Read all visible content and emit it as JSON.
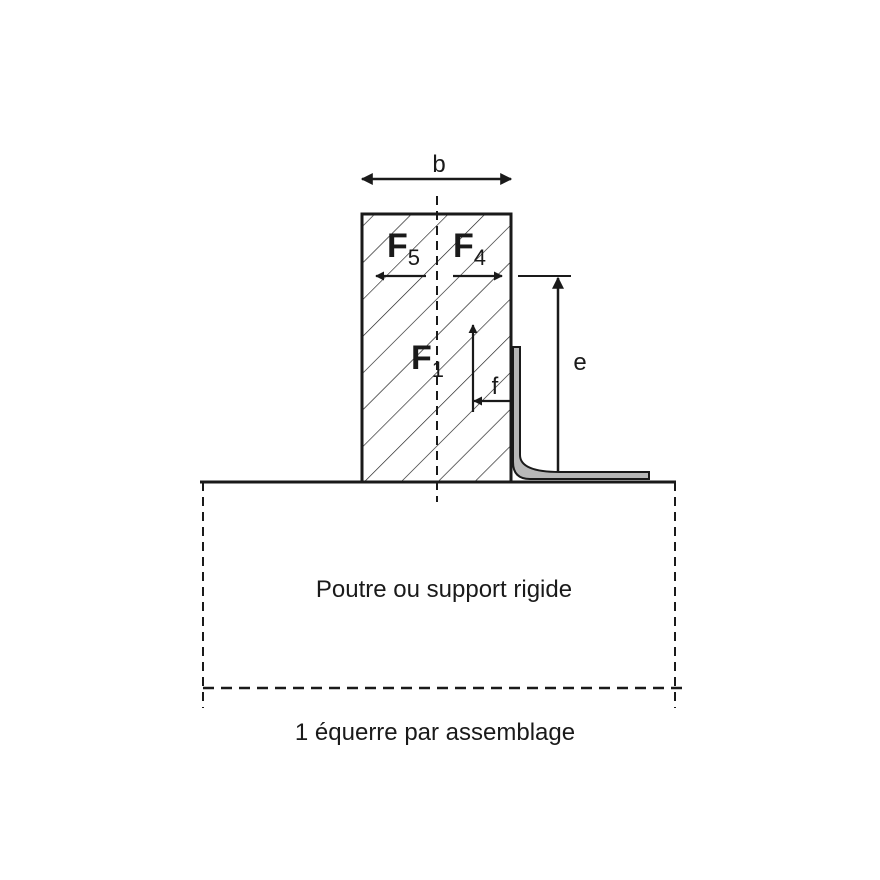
{
  "diagram": {
    "dimensions": {
      "width": "b",
      "height": "e",
      "offset": "f"
    },
    "forces": [
      {
        "symbol": "F",
        "sub": "5"
      },
      {
        "symbol": "F",
        "sub": "4"
      },
      {
        "symbol": "F",
        "sub": "1"
      }
    ],
    "support_label": "Poutre ou support rigide",
    "caption": "1 équerre par assemblage",
    "colors": {
      "ink": "#1a1a1a",
      "bracket_fill": "#b8b8b8"
    }
  }
}
